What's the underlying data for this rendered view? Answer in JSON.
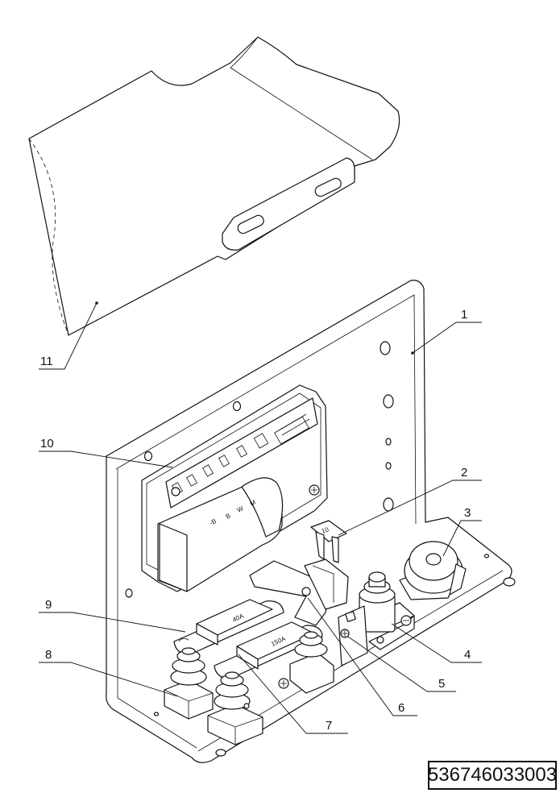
{
  "drawing": {
    "part_number": "536746033003",
    "callouts": [
      {
        "id": "callout-1",
        "label": "1"
      },
      {
        "id": "callout-2",
        "label": "2"
      },
      {
        "id": "callout-3",
        "label": "3"
      },
      {
        "id": "callout-4",
        "label": "4"
      },
      {
        "id": "callout-5",
        "label": "5"
      },
      {
        "id": "callout-6",
        "label": "6"
      },
      {
        "id": "callout-7",
        "label": "7"
      },
      {
        "id": "callout-8",
        "label": "8"
      },
      {
        "id": "callout-9",
        "label": "9"
      },
      {
        "id": "callout-10",
        "label": "10"
      },
      {
        "id": "callout-11",
        "label": "11"
      }
    ],
    "fuse_labels": {
      "fuse_large_1": "40A",
      "fuse_large_2": "150A",
      "fuse_small": "10"
    }
  }
}
